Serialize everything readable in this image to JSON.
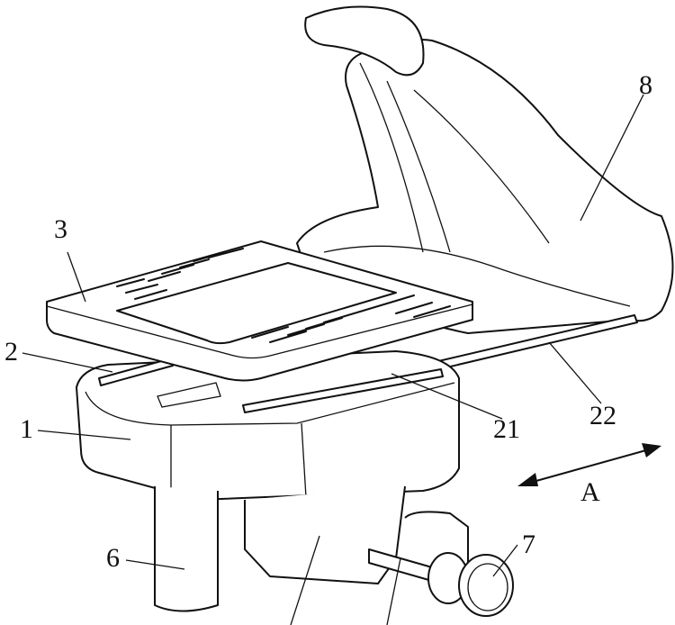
{
  "figure": {
    "labels": {
      "l1": "1",
      "l2": "2",
      "l3": "3",
      "l6": "6",
      "l7": "7",
      "l8": "8",
      "l21": "21",
      "l22": "22",
      "lA": "A"
    },
    "colors": {
      "line": "#111111",
      "background": "#ffffff"
    }
  }
}
